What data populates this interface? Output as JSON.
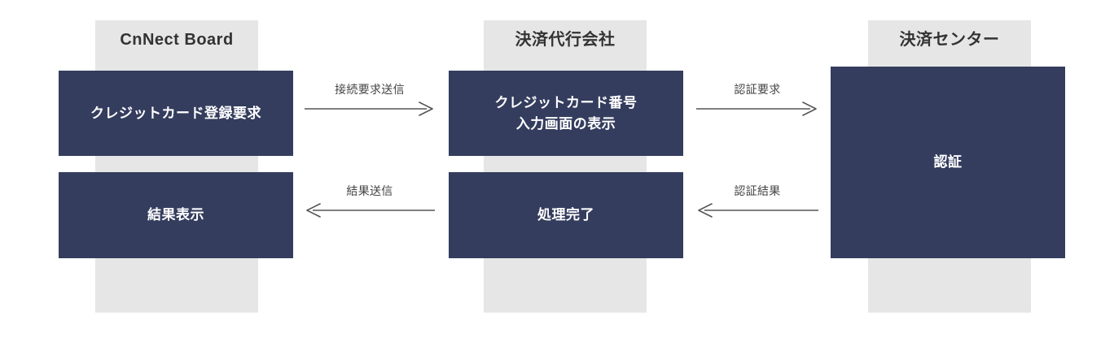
{
  "diagram": {
    "type": "swimlane-sequence-flow",
    "colors": {
      "lane_band": "#e6e6e6",
      "node_fill": "#343d5e",
      "node_text": "#ffffff",
      "header_text": "#333333",
      "arrow": "#555555"
    },
    "lanes": [
      {
        "id": "lane-cnnect-board",
        "header": "CnNect Board",
        "nodes": [
          {
            "id": "node-credit-card-register-request",
            "label": "クレジットカード登録要求"
          },
          {
            "id": "node-result-display",
            "label": "結果表示"
          }
        ]
      },
      {
        "id": "lane-payment-agency",
        "header": "決済代行会社",
        "nodes": [
          {
            "id": "node-card-number-input-screen",
            "label": "クレジットカード番号\n入力画面の表示"
          },
          {
            "id": "node-processing-complete",
            "label": "処理完了"
          }
        ]
      },
      {
        "id": "lane-payment-center",
        "header": "決済センター",
        "nodes": [
          {
            "id": "node-authentication",
            "label": "認証"
          }
        ]
      }
    ],
    "connectors": [
      {
        "id": "conn-connect-request-send",
        "label": "接続要求送信",
        "direction": "right"
      },
      {
        "id": "conn-result-send",
        "label": "結果送信",
        "direction": "left"
      },
      {
        "id": "conn-auth-request",
        "label": "認証要求",
        "direction": "right"
      },
      {
        "id": "conn-auth-result",
        "label": "認証結果",
        "direction": "left"
      }
    ]
  }
}
